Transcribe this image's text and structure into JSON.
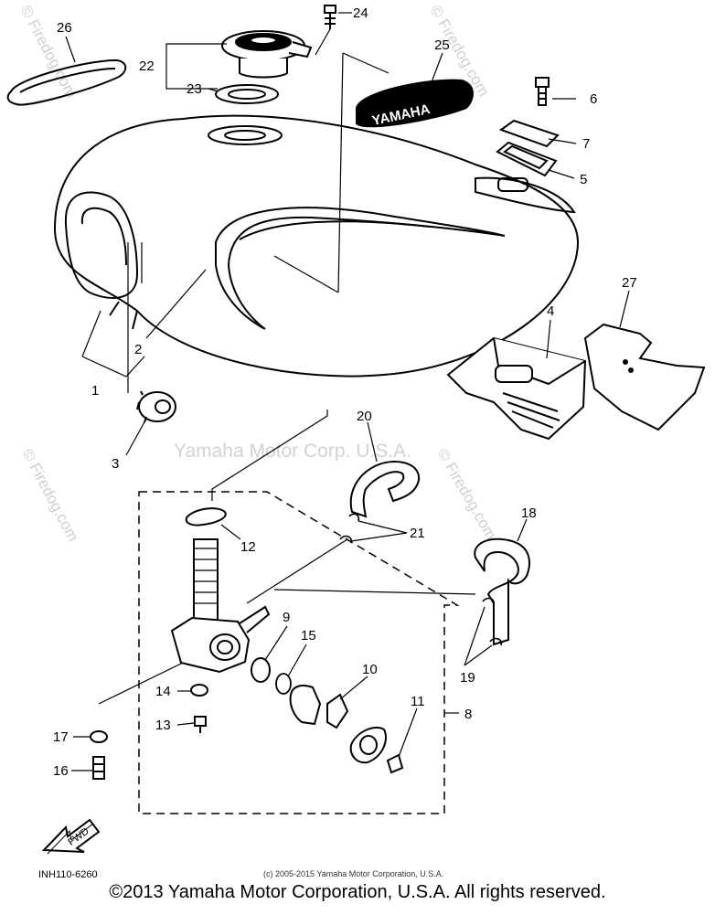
{
  "diagram": {
    "callouts": [
      "1",
      "2",
      "3",
      "4",
      "5",
      "6",
      "7",
      "8",
      "9",
      "10",
      "11",
      "12",
      "13",
      "14",
      "15",
      "16",
      "17",
      "18",
      "19",
      "20",
      "21",
      "22",
      "23",
      "24",
      "25",
      "26",
      "27"
    ],
    "tank_logo": "YAMAHA",
    "fwd_label": "FWD",
    "diagram_code": "INH110-6260",
    "small_copyright": "(c) 2005-2015 Yamaha Motor Corporation, U.S.A.",
    "watermark_center": "Yamaha Motor Corp. U.S.A.",
    "watermark_site": "© Firedog.com",
    "footer": "©2013 Yamaha Motor Corporation, U.S.A. All rights reserved."
  }
}
